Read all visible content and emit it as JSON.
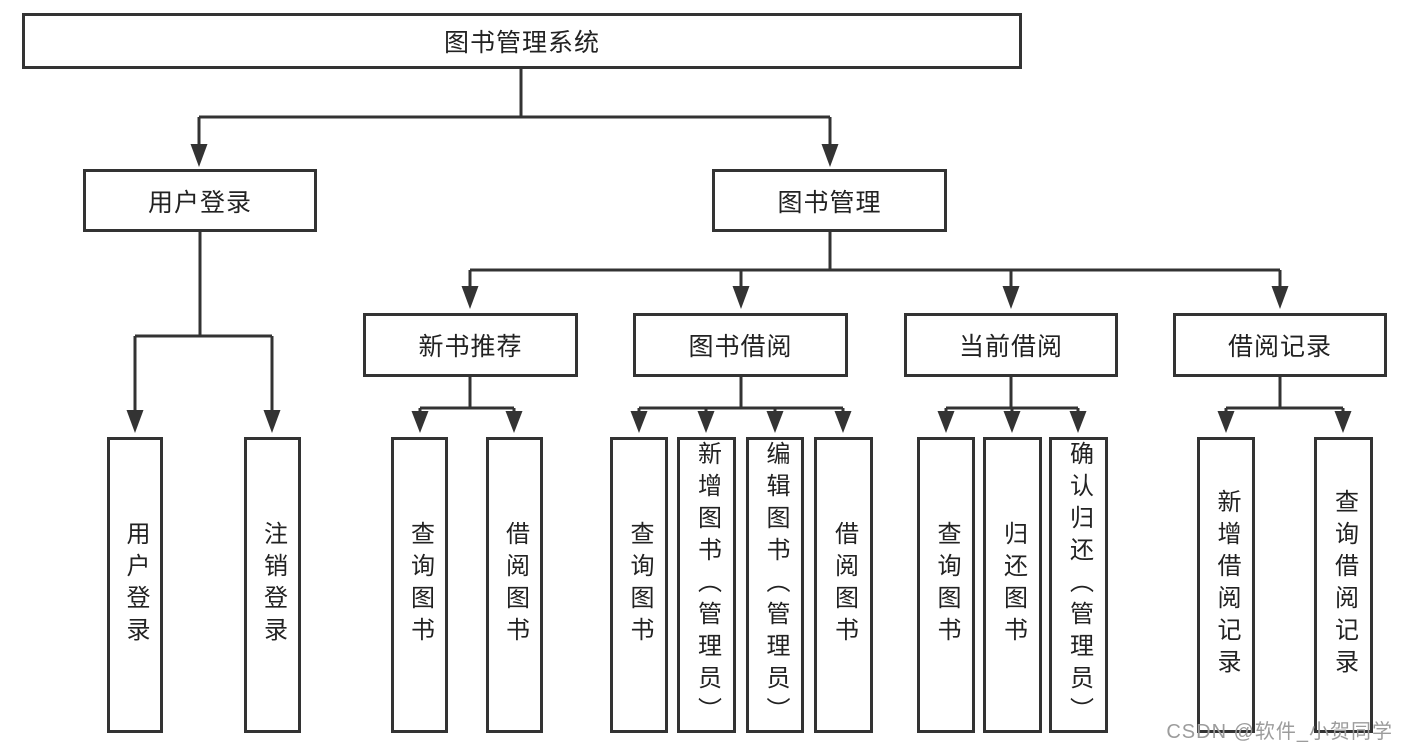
{
  "diagram": {
    "root": {
      "label": "图书管理系统"
    },
    "level2": [
      {
        "label": "用户登录",
        "children": [
          {
            "label": "用户登录"
          },
          {
            "label": "注销登录"
          }
        ]
      },
      {
        "label": "图书管理",
        "children": [
          {
            "label": "新书推荐",
            "children": [
              {
                "label": "查询图书"
              },
              {
                "label": "借阅图书"
              }
            ]
          },
          {
            "label": "图书借阅",
            "children": [
              {
                "label": "查询图书"
              },
              {
                "label": "新增图书（管理员）"
              },
              {
                "label": "编辑图书（管理员）"
              },
              {
                "label": "借阅图书"
              }
            ]
          },
          {
            "label": "当前借阅",
            "children": [
              {
                "label": "查询图书"
              },
              {
                "label": "归还图书"
              },
              {
                "label": "确认归还（管理员）"
              }
            ]
          },
          {
            "label": "借阅记录",
            "children": [
              {
                "label": "新增借阅记录"
              },
              {
                "label": "查询借阅记录"
              }
            ]
          }
        ]
      }
    ],
    "colors": {
      "line": "#333333",
      "border": "#333333",
      "text": "#222222",
      "background": "#ffffff",
      "watermark": "#9c9c9c"
    },
    "watermark": "CSDN @软件_小贺同学"
  }
}
